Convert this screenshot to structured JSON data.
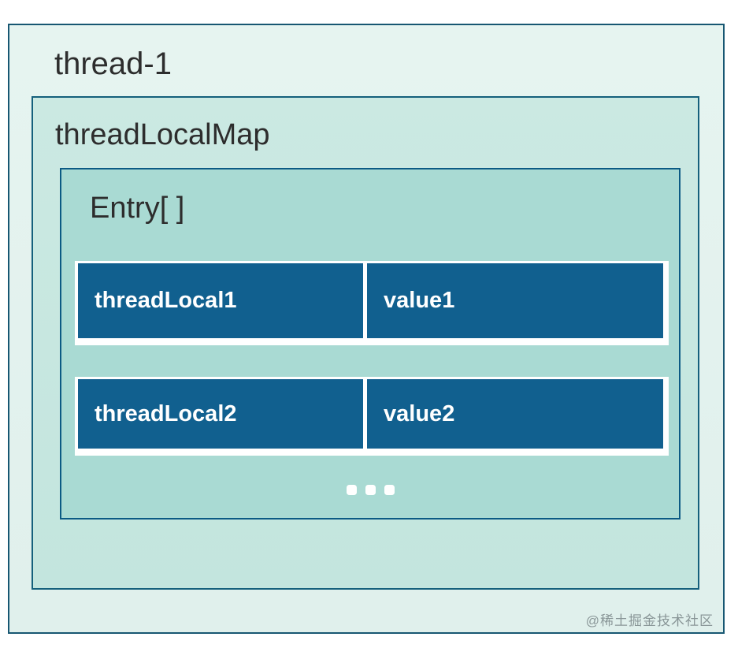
{
  "diagram": {
    "thread": {
      "label": "thread-1"
    },
    "map": {
      "label": "threadLocalMap"
    },
    "array": {
      "label": "Entry[ ]"
    },
    "entries": [
      {
        "key": "threadLocal1",
        "value": "value1"
      },
      {
        "key": "threadLocal2",
        "value": "value2"
      }
    ],
    "more_indicator": {
      "dot_count": 3
    },
    "watermark": "@稀土掘金技术社区",
    "colors": {
      "outer_bg": "#e2f1ed",
      "map_bg": "#c6e7e0",
      "array_bg": "#a9dad3",
      "entry_row_bg": "#11608f",
      "box_border": "#15607c",
      "entry_text": "#ffffff",
      "label_text": "#2d2d2d",
      "row_frame": "#ffffff",
      "watermark_text": "#808c8e"
    }
  }
}
